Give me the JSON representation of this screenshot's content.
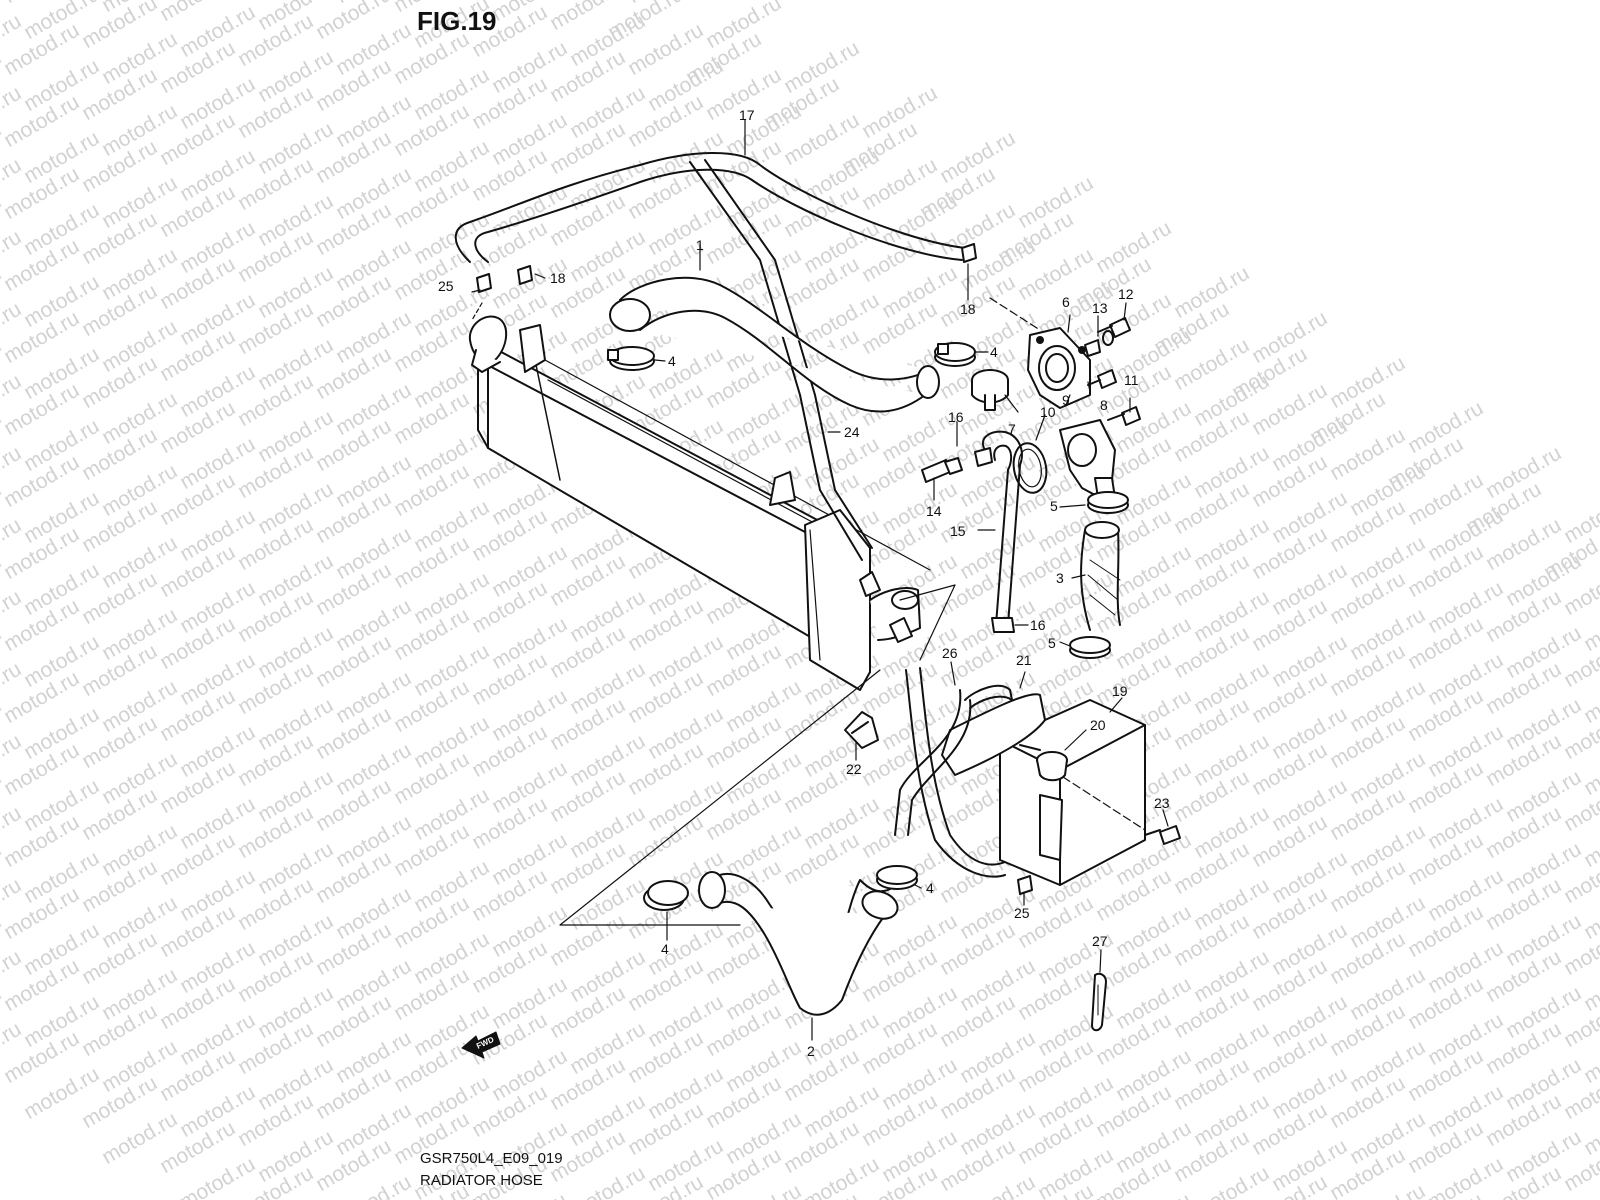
{
  "figure_title": "FIG.19",
  "diagram_code": "GSR750L4_E09_019",
  "diagram_name": "RADIATOR HOSE",
  "watermark_text": "motod.ru",
  "fwd_label": "FWD",
  "part_labels": {
    "p1": "1",
    "p2": "2",
    "p3": "3",
    "p4a": "4",
    "p4b": "4",
    "p4c": "4",
    "p4d": "4",
    "p5a": "5",
    "p5b": "5",
    "p6": "6",
    "p7": "7",
    "p8": "8",
    "p9": "9",
    "p10": "10",
    "p11": "11",
    "p12": "12",
    "p13": "13",
    "p14": "14",
    "p15": "15",
    "p16a": "16",
    "p16b": "16",
    "p17": "17",
    "p18a": "18",
    "p18b": "18",
    "p19": "19",
    "p20": "20",
    "p21": "21",
    "p22": "22",
    "p23": "23",
    "p24": "24",
    "p25a": "25",
    "p25b": "25",
    "p26": "26",
    "p27": "27"
  },
  "colors": {
    "line": "#111111",
    "watermark": "#d2d2d2",
    "background": "#ffffff"
  }
}
